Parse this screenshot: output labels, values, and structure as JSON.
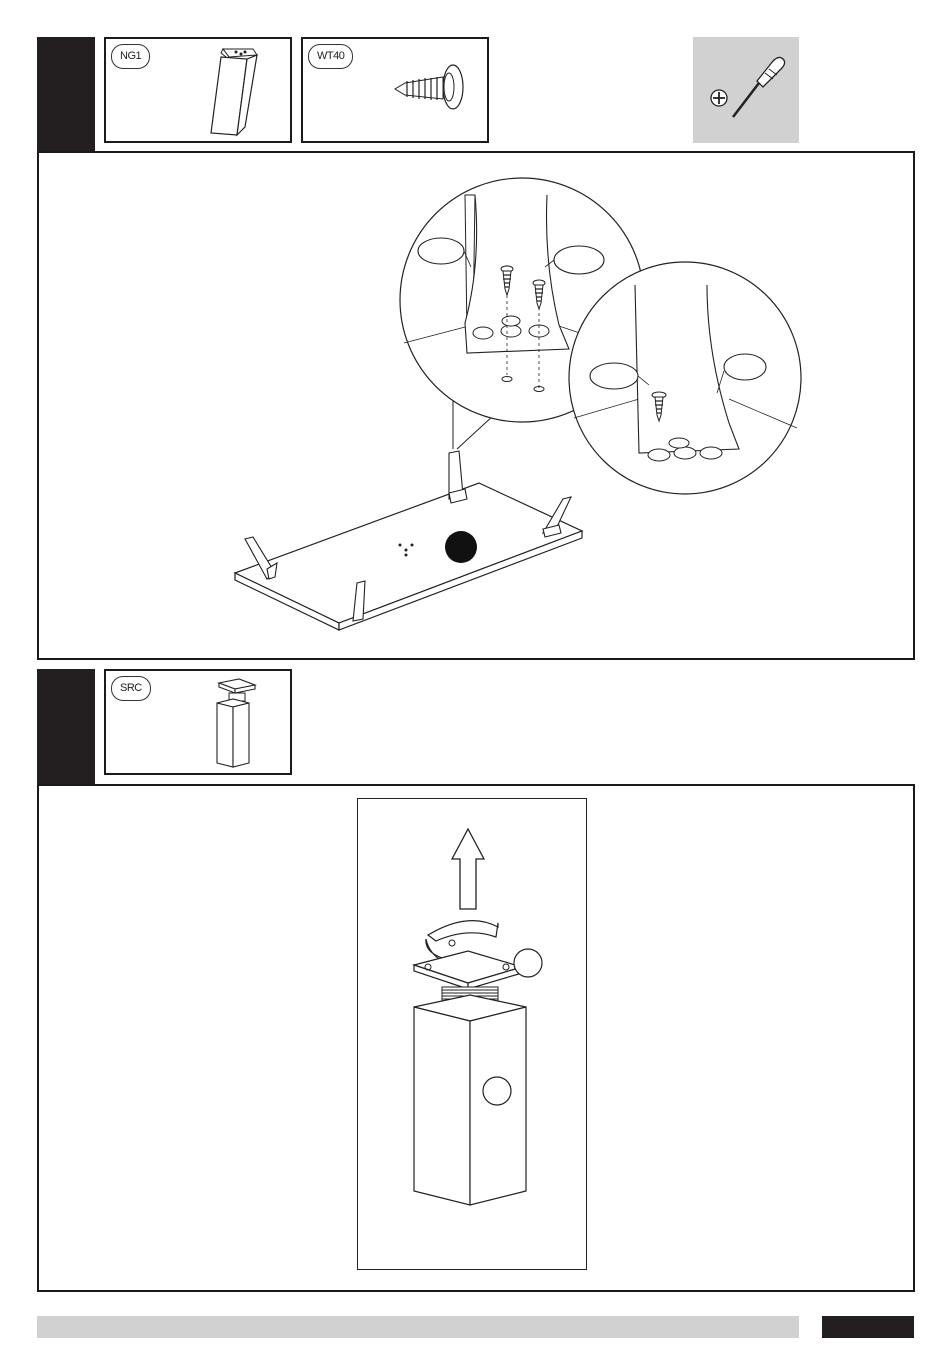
{
  "step1": {
    "parts": [
      {
        "code": "NG1",
        "icon": "tapered-leg-icon"
      },
      {
        "code": "WT40",
        "icon": "screw-icon"
      }
    ],
    "tool_icon": "phillips-screwdriver-icon"
  },
  "step2": {
    "parts": [
      {
        "code": "SRC",
        "icon": "square-leg-icon"
      }
    ]
  },
  "colors": {
    "dark": "#231f20",
    "tool_bg": "#d1d1d1",
    "footer": "#d1d1d1"
  }
}
